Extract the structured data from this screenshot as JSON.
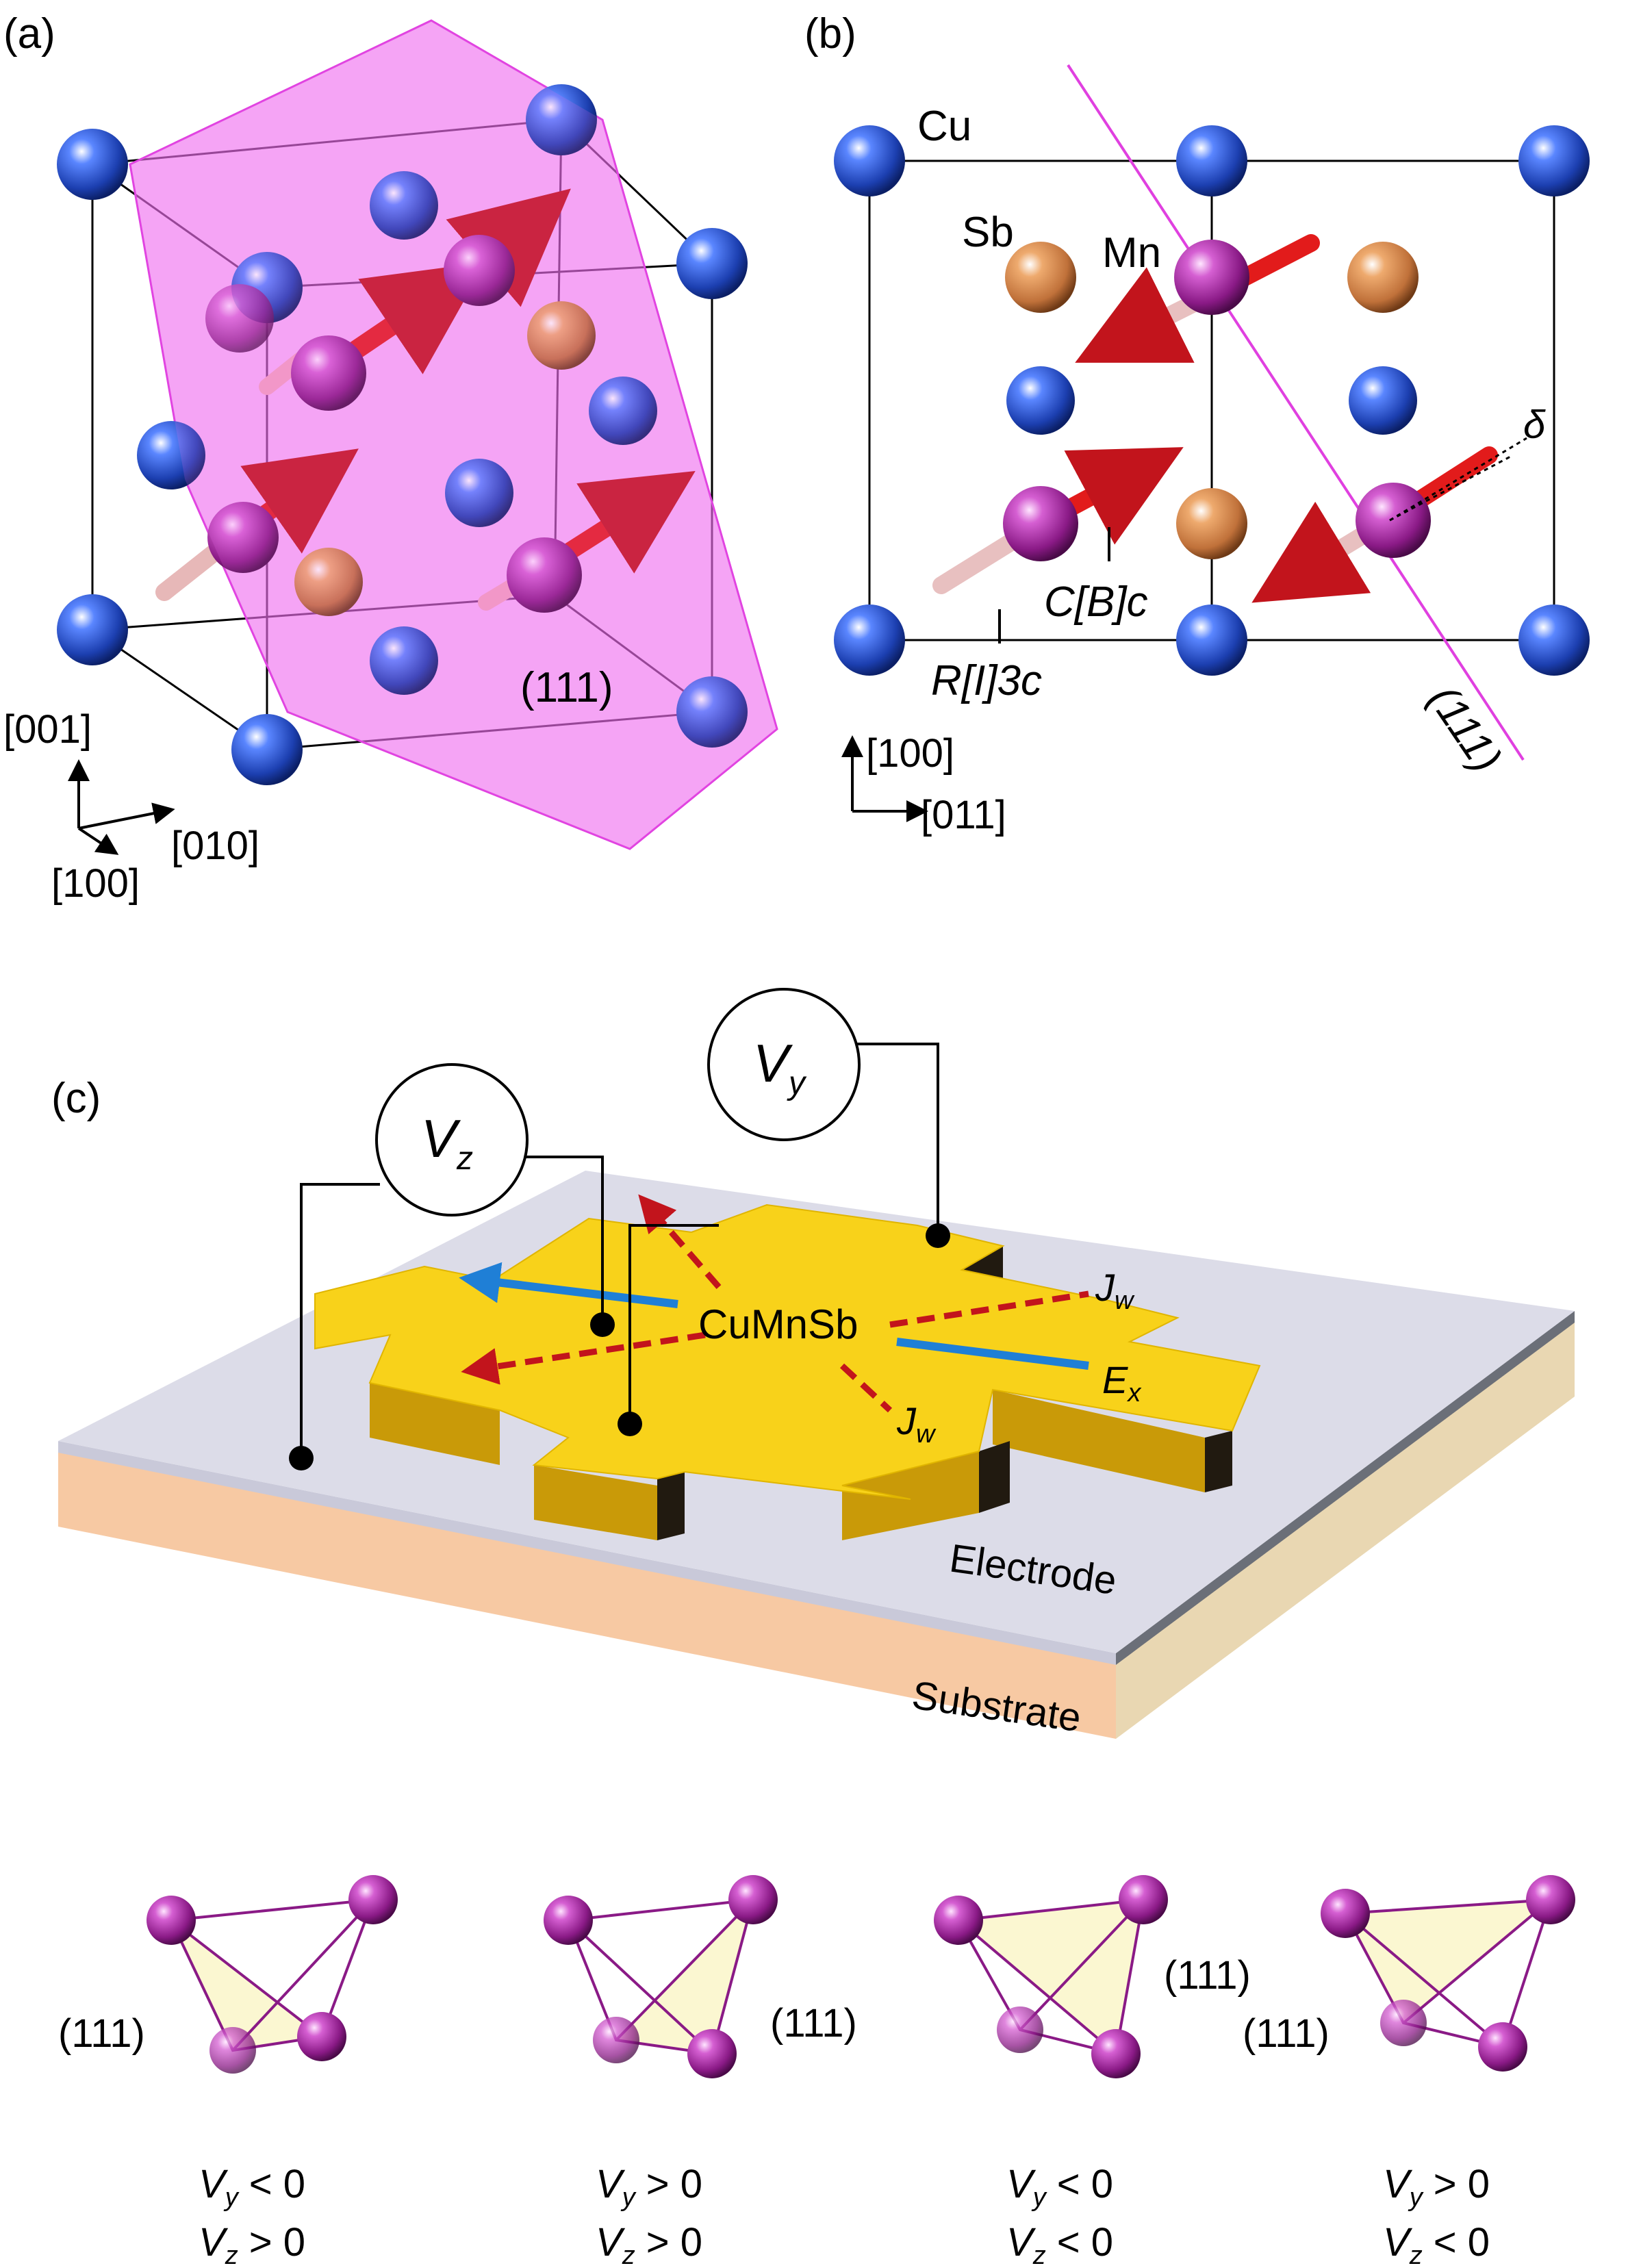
{
  "panels": {
    "a": {
      "label": "(a)",
      "plane_label": "(111)",
      "axes": {
        "z": "[001]",
        "y": "[010]",
        "x": "[100]"
      }
    },
    "b": {
      "label": "(b)",
      "atoms": {
        "cu": "Cu",
        "sb": "Sb",
        "mn": "Mn"
      },
      "delta": "δ",
      "plane_label": "(111)",
      "plane_overbar": "‾",
      "labels": {
        "cbc_pre": "C[",
        "cbc_b": "B",
        "cbc_post": "]c",
        "ri3c_pre": "R[",
        "ri3c_i": "I",
        "ri3c_post": "]3c"
      },
      "axes": {
        "up": "[100]",
        "right": "[011]"
      }
    },
    "c": {
      "label": "(c)",
      "vz": {
        "v": "V",
        "sub": "z"
      },
      "vy": {
        "v": "V",
        "sub": "y"
      },
      "material": "CuMnSb",
      "jw": {
        "j": "J",
        "sub": "w"
      },
      "ex": {
        "e": "E",
        "sub": "x"
      },
      "electrode": "Electrode",
      "substrate": "Substrate"
    }
  },
  "tetrahedra": [
    {
      "plane": "(111)",
      "vy": [
        "V",
        "y",
        " < 0"
      ],
      "vz": [
        "V",
        "z",
        " > 0"
      ]
    },
    {
      "plane": "(111)",
      "vy": [
        "V",
        "y",
        " > 0"
      ],
      "vz": [
        "V",
        "z",
        " > 0"
      ]
    },
    {
      "plane": "(111)",
      "vy": [
        "V",
        "y",
        " < 0"
      ],
      "vz": [
        "V",
        "z",
        " < 0"
      ]
    },
    {
      "plane": "(111)",
      "vy": [
        "V",
        "y",
        " > 0"
      ],
      "vz": [
        "V",
        "z",
        " < 0"
      ]
    }
  ],
  "colors": {
    "cu": "#1c3fb0",
    "mn": "#8a1a86",
    "sb": "#c97a3f",
    "plane": "#f06ff0",
    "gold": "#f8d21a",
    "electrode": "#dcdce8",
    "substrate": "#f7c9a3",
    "red_arrow": "#e21b1b",
    "blue_arrow": "#1f7fd6"
  }
}
